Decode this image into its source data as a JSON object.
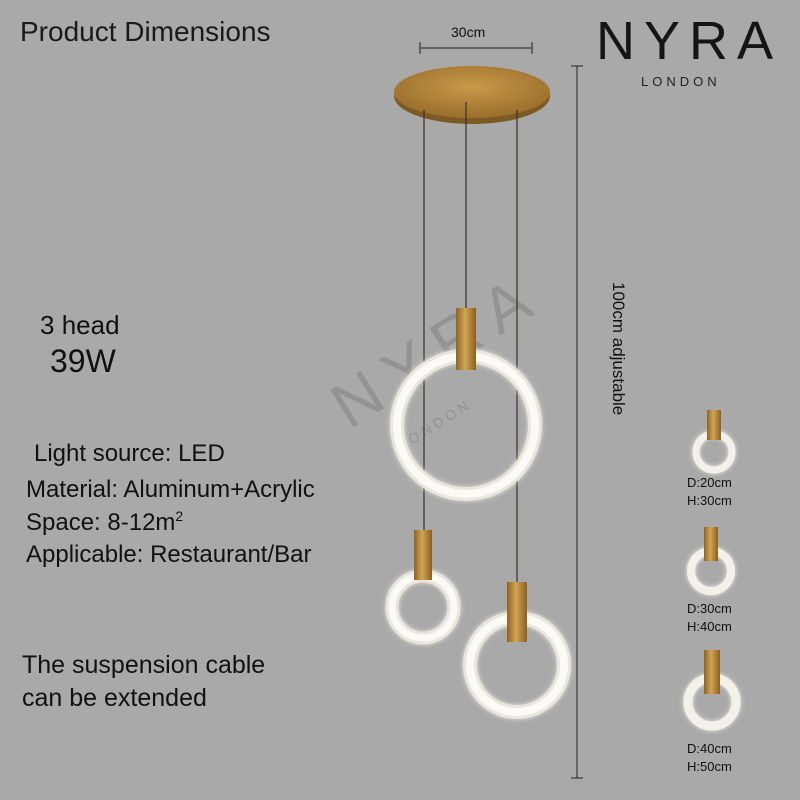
{
  "title": "Product Dimensions",
  "brand": {
    "name": "NYRA",
    "sub": "LONDON"
  },
  "dimensions": {
    "width": "30cm",
    "height": "100cm adjustable"
  },
  "heads": {
    "count": "3",
    "label": "head"
  },
  "power": "39W",
  "specs": {
    "light_source": "Light source: LED",
    "material": "Material: Aluminum+Acrylic",
    "space": "Space: 8-12m",
    "space_sup": "2",
    "applicable": "Applicable: Restaurant/Bar"
  },
  "note": {
    "line1": "The suspension cable",
    "line2": "can be extended"
  },
  "sizes": [
    {
      "d": "D:20cm",
      "h": "H:30cm"
    },
    {
      "d": "D:30cm",
      "h": "H:40cm"
    },
    {
      "d": "D:40cm",
      "h": "H:50cm"
    }
  ],
  "colors": {
    "background": "#a9a9a9",
    "gold": "#b88a3c",
    "ring": "#f6f4ef"
  }
}
